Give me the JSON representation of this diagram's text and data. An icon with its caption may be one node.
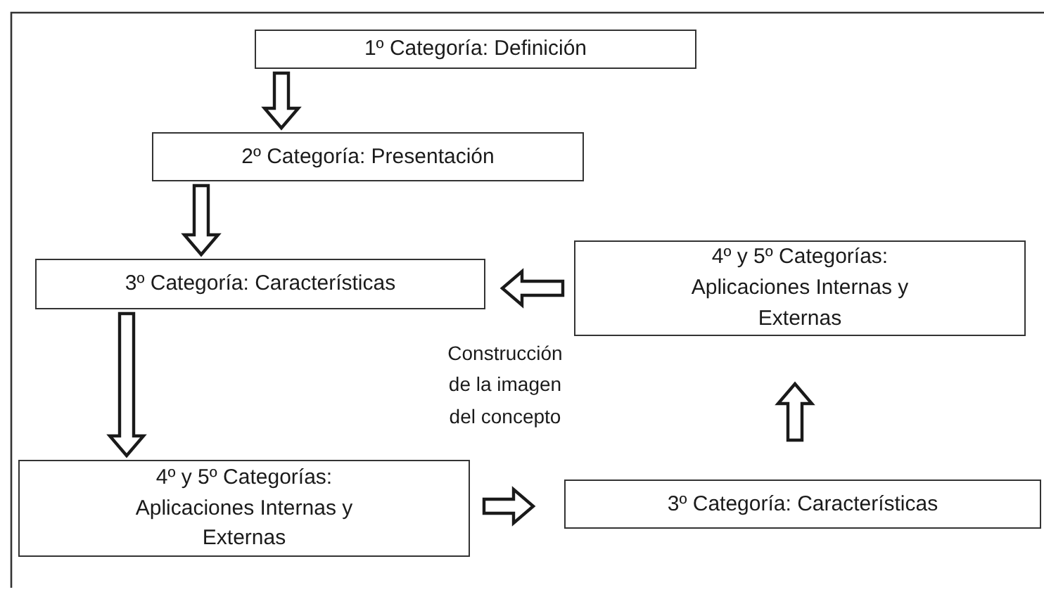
{
  "diagram": {
    "nodes": [
      {
        "text": [
          "1º Categoría: Definición"
        ]
      },
      {
        "text": [
          "2º Categoría: Presentación"
        ]
      },
      {
        "text": [
          "3º Categoría: Características"
        ]
      },
      {
        "text": [
          "4º y 5º Categorías: Aplicaciones Internas y Externas"
        ]
      },
      {
        "text": [
          "4º y 5º Categorías: Aplicaciones Internas y Externas"
        ]
      },
      {
        "text": [
          "3º Categoría: Características"
        ]
      }
    ],
    "edges": [
      {
        "from": 0,
        "to": 1,
        "arrow": "to"
      },
      {
        "from": 1,
        "to": 2,
        "arrow": "to"
      },
      {
        "from": 2,
        "to": 4,
        "arrow": "to"
      },
      {
        "from": 4,
        "to": 5,
        "arrow": "to"
      },
      {
        "from": 5,
        "to": 3,
        "arrow": "to"
      },
      {
        "from": 3,
        "to": 2,
        "arrow": "to"
      }
    ],
    "labels": [
      "Construcción de la imagen del concepto"
    ]
  }
}
